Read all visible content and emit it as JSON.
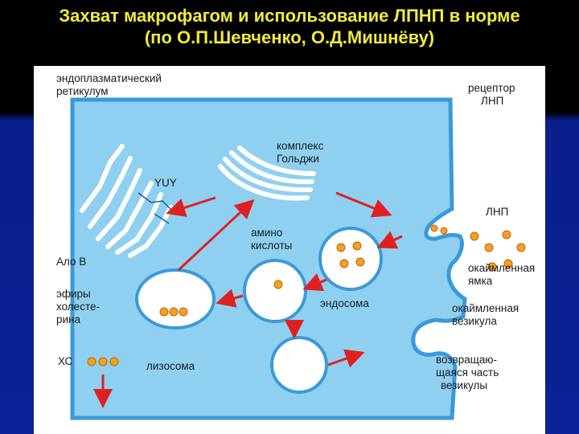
{
  "slide": {
    "title_line1": "Захват макрофагом и использование ЛПНП в норме",
    "title_line2": "(по О.П.Шевченко, О.Д.Мишнёву)"
  },
  "diagram": {
    "labels": {
      "er_line1": "эндоплазматический",
      "er_line2": "ретикулум",
      "golgi_line1": "комплекс",
      "golgi_line2": "Гольджи",
      "receptor_line1": "рецептор",
      "receptor_line2": "ЛНП",
      "ldl": "ЛНП",
      "amino_line1": "амино",
      "amino_line2": "кислоты",
      "apo_b": "Ало В",
      "esters_line1": "эфиры",
      "esters_line2": "холесте-",
      "esters_line3": "рина",
      "coated_pit_line1": "окаймленная",
      "coated_pit_line2": "ямка",
      "endosome": "эндосома",
      "coated_vesicle_line1": "окаймленная",
      "coated_vesicle_line2": "везикула",
      "xc": "ХС",
      "lysosome": "лизосома",
      "returning_line1": "возвращаю-",
      "returning_line2": "щаяся часть",
      "returning_line3": "везикулы"
    },
    "colors": {
      "cytoplasm": "#8fd0f0",
      "membrane": "#3a9ad8",
      "arrow": "#e02020",
      "particle": "#f5a020",
      "title": "#f2ea38"
    }
  }
}
